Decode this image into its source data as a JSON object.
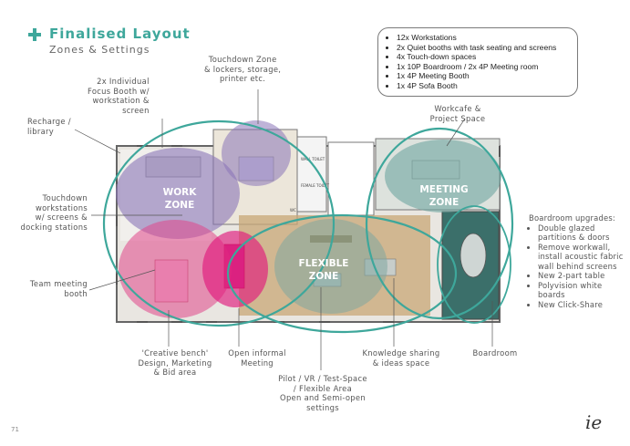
{
  "header": {
    "title": "Finalised Layout",
    "subtitle": "Zones & Settings"
  },
  "summary": {
    "items": [
      "12x Workstations",
      "2x Quiet booths with task seating and screens",
      "4x Touch-down spaces",
      "1x 10P Boardroom / 2x 4P Meeting room",
      "1x 4P Meeting Booth",
      "1x 4P Sofa Booth"
    ]
  },
  "callouts": {
    "focus_booth": [
      "2x Individual",
      "Focus Booth w/",
      "workstation &",
      "screen"
    ],
    "touchdown_zone": [
      "Touchdown Zone",
      "& lockers, storage,",
      "printer etc."
    ],
    "recharge": [
      "Recharge /",
      "library"
    ],
    "touchdown_workstations": [
      "Touchdown",
      "workstations",
      "w/ screens &",
      "docking stations"
    ],
    "team_meeting": [
      "Team meeting",
      "booth"
    ],
    "creative_bench": [
      "'Creative bench'",
      "Design, Marketing",
      "& Bid area"
    ],
    "open_informal": [
      "Open informal",
      "Meeting"
    ],
    "pilot": [
      "Pilot / VR / Test-Space",
      "/ Flexible Area",
      "Open and Semi-open",
      "settings"
    ],
    "knowledge": [
      "Knowledge sharing",
      "& ideas space"
    ],
    "boardroom": [
      "Boardroom"
    ],
    "workcafe": [
      "Workcafe &",
      "Project Space"
    ]
  },
  "boardroom_upgrades": {
    "heading": "Boardroom upgrades:",
    "items": [
      "Double glazed partitions & doors",
      "Remove workwall, install acoustic fabric wall behind screens",
      "New 2-part table",
      "Polyvision white boards",
      "New Click-Share"
    ]
  },
  "zones": {
    "work": [
      "WORK",
      "ZONE"
    ],
    "meeting": [
      "MEETING",
      "ZONE"
    ],
    "flexible": [
      "FLEXIBLE",
      "ZONE"
    ]
  },
  "plan_labels": {
    "wc": "WC",
    "wall_toilet": "WALL TOILET",
    "female_toilet": "FEMALE TOILET"
  },
  "footer": {
    "page_number": "71",
    "logo_text": "ie"
  },
  "colors": {
    "accent": "#3ea79b",
    "work_zone": "#8a74b8",
    "meeting_zone": "#6fa7a1",
    "flexible_zone": "#7fa8a0",
    "pink_zone": "#e0458a",
    "magenta_zone": "#e01a7d"
  }
}
